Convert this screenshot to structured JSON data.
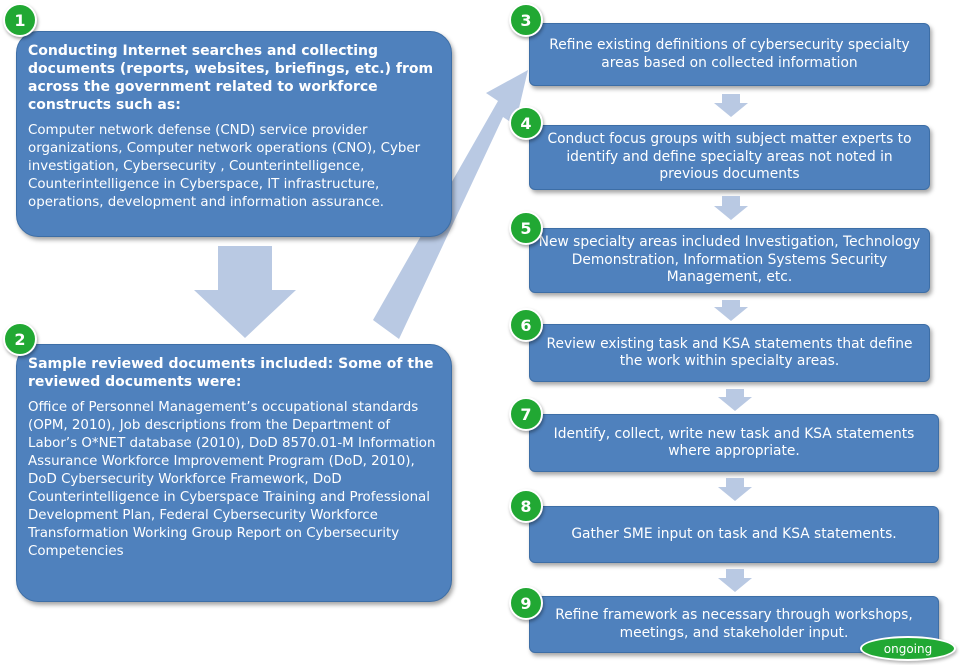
{
  "left_steps": [
    {
      "number": "1",
      "title": "Conducting Internet searches and collecting documents (reports, websites, briefings, etc.) from across the government related to workforce constructs such as:",
      "body": "Computer network defense (CND) service provider organizations, Computer network operations (CNO), Cyber investigation, Cybersecurity , Counterintelligence, Counterintelligence in Cyberspace, IT infrastructure, operations, development and information assurance."
    },
    {
      "number": "2",
      "title": "Sample reviewed documents included: Some of the reviewed documents were:",
      "body": "Office of Personnel Management’s occupational standards (OPM, 2010), Job descriptions from the Department of Labor’s O*NET database (2010), DoD 8570.01-M Information Assurance Workforce Improvement Program (DoD, 2010), DoD Cybersecurity Workforce Framework, DoD Counterintelligence in Cyberspace Training and Professional Development Plan, Federal Cybersecurity Workforce  Transformation Working Group Report on Cybersecurity Competencies"
    }
  ],
  "right_steps": [
    {
      "number": "3",
      "text": "Refine existing definitions of cybersecurity specialty areas based on collected information"
    },
    {
      "number": "4",
      "text": "Conduct focus groups with subject matter experts to identify and define specialty areas not noted in previous documents"
    },
    {
      "number": "5",
      "text": "New specialty areas included Investigation, Technology Demonstration, Information Systems Security Management, etc."
    },
    {
      "number": "6",
      "text": "Review existing task and KSA statements that define the work within specialty areas."
    },
    {
      "number": "7",
      "text": "Identify, collect, write new task and KSA statements where appropriate."
    },
    {
      "number": "8",
      "text": "Gather SME input on task and KSA statements."
    },
    {
      "number": "9",
      "text": "Refine framework as necessary through workshops, meetings, and stakeholder input."
    }
  ],
  "ongoing_label": "ongoing",
  "colors": {
    "box_fill": "#4f81bd",
    "arrow_fill": "#b9c9e3",
    "badge_fill": "#21a833"
  }
}
